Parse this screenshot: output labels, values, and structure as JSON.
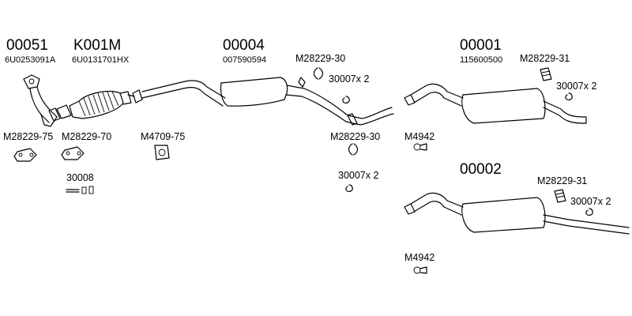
{
  "parts": {
    "p00051": {
      "number": "00051",
      "ref": "6U0253091A"
    },
    "pK001M": {
      "number": "K001M",
      "ref": "6U0131701HX"
    },
    "p00004": {
      "number": "00004",
      "ref": "007590594"
    },
    "p00001": {
      "number": "00001",
      "ref": "115600500"
    },
    "p00002": {
      "number": "00002"
    }
  },
  "accessories": {
    "m28229_75": "M28229-75",
    "m28229_70": "M28229-70",
    "m4709_75": "M4709-75",
    "a30008": "30008",
    "m28229_30_top": "M28229-30",
    "a30007_top": "30007x 2",
    "m28229_30_mid": "M28229-30",
    "a30007_mid": "30007x 2",
    "m28229_31_top": "M28229-31",
    "a30007_right_top": "30007x 2",
    "m4942_top": "M4942",
    "m28229_31_bottom": "M28229-31",
    "a30007_right_bottom": "30007x 2",
    "m4942_bottom": "M4942"
  }
}
